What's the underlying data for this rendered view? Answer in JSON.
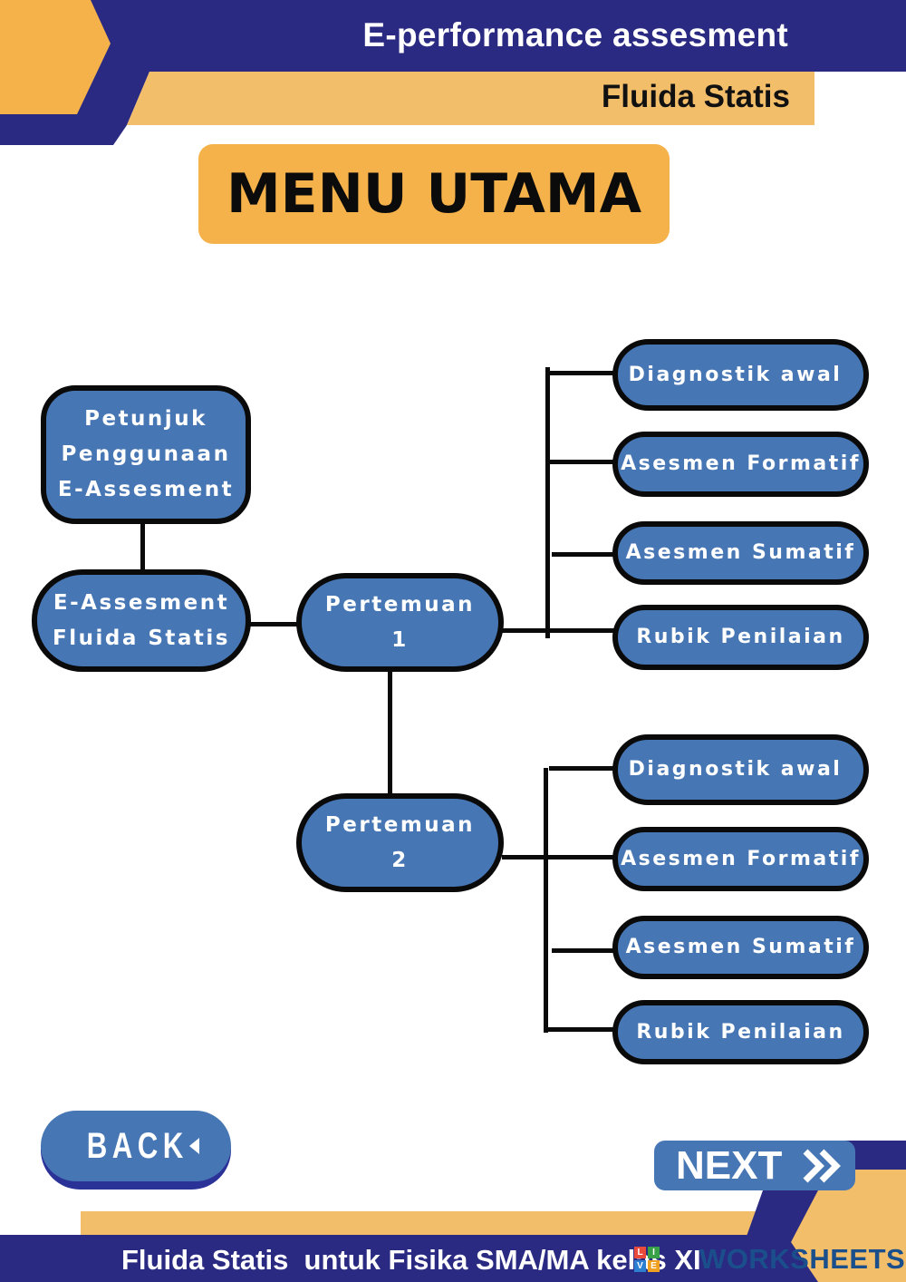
{
  "header": {
    "title": "E-performance assesment",
    "subtitle": "Fluida Statis"
  },
  "menu_title": "MENU UTAMA",
  "colors": {
    "navy": "#2a2a82",
    "orange": "#f6b24a",
    "light_orange": "#f3be6a",
    "node_blue": "#4776b4",
    "node_border": "#0a0a0a",
    "logo_blue": "#1a4f8c"
  },
  "diagram": {
    "guide_node": "Petunjuk\nPenggunaan\nE-Assesment",
    "root_node": "E-Assesment\nFluida Statis",
    "meetings": [
      {
        "label": "Pertemuan\n1",
        "items": [
          "Diagnostik awal",
          "Asesmen Formatif",
          "Asesmen Sumatif",
          "Rubik Penilaian"
        ]
      },
      {
        "label": "Pertemuan\n2",
        "items": [
          "Diagnostik awal",
          "Asesmen Formatif",
          "Asesmen Sumatif",
          "Rubik Penilaian"
        ]
      }
    ]
  },
  "nav": {
    "back_label": "BACK",
    "back_icon": "triangle-left-icon",
    "next_label": "NEXT",
    "next_icon": "double-chevron-right-icon"
  },
  "footer": {
    "text": "Fluida Statis  untuk Fisika SMA/MA kelas XI"
  },
  "watermark": {
    "tiles": [
      "L",
      "I",
      "V",
      "E"
    ],
    "tile_colors": [
      "#e84a3c",
      "#38a046",
      "#2d7fd1",
      "#f0a020"
    ],
    "word": "WORKSHEETS"
  }
}
